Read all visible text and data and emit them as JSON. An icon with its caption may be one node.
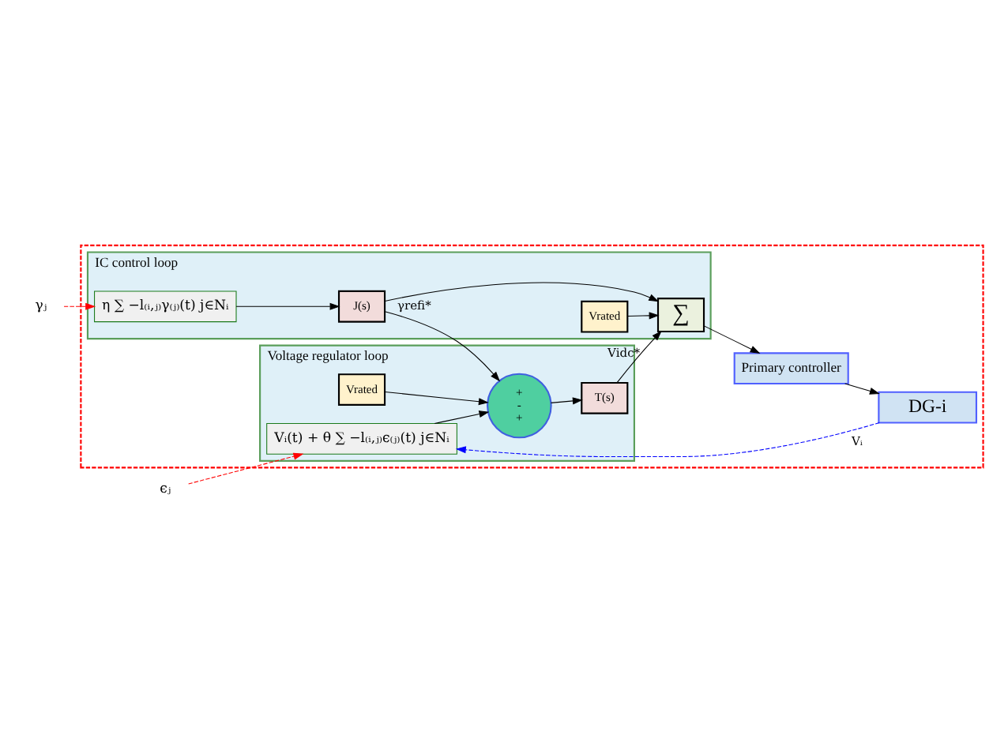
{
  "diagram": {
    "nodes": [
      {
        "text": [],
        "shape": "box"
      },
      {
        "text": [
          "Voltage regulator loop"
        ],
        "in": 0
      },
      {
        "text": [
          "Vᵢ(t) + θ ∑ −l₍ᵢ,ⱼ₎ϵ₍ⱼ₎(t) j∈Nᵢ"
        ],
        "in": 1
      },
      {
        "text": [
          "Vrated"
        ],
        "in": 1
      },
      {
        "text": [
          "+",
          "-",
          "+"
        ],
        "in": 1
      },
      {
        "text": [
          "T(s)"
        ],
        "in": 1
      },
      {
        "text": [
          "IC control loop"
        ],
        "in": 0
      },
      {
        "text": [
          "η ∑ −l₍ᵢ,ⱼ₎γ₍ⱼ₎(t) j∈Nᵢ"
        ],
        "in": 6
      },
      {
        "text": [
          "J(s)"
        ],
        "in": 6
      },
      {
        "text": [
          "Vrated"
        ],
        "in": 6
      },
      {
        "text": [
          "∑"
        ],
        "in": 6
      },
      {
        "text": [
          "Primary controller"
        ],
        "in": 0
      },
      {
        "text": [
          "DG-i"
        ],
        "in": 0
      },
      {
        "text": [
          "ϵⱼ"
        ]
      },
      {
        "text": [
          "γⱼ"
        ]
      }
    ],
    "edges": [
      {
        "from": 13,
        "to": 2,
        "arrow": "to",
        "style": "dashed",
        "color": "#ff0000"
      },
      {
        "from": 12,
        "to": 2,
        "arrow": "to",
        "style": "dashed",
        "color": "#0000ff",
        "label": "Vᵢ"
      },
      {
        "from": 2,
        "to": 4,
        "arrow": "to"
      },
      {
        "from": 3,
        "to": 4,
        "arrow": "to"
      },
      {
        "from": 4,
        "to": 5,
        "arrow": "to"
      },
      {
        "from": 5,
        "to": 10,
        "arrow": "to",
        "label": "Vidc*"
      },
      {
        "from": 14,
        "to": 7,
        "arrow": "to",
        "style": "dashed",
        "color": "#ff0000"
      },
      {
        "from": 7,
        "to": 8,
        "arrow": "to"
      },
      {
        "from": 8,
        "to": 4,
        "arrow": "to",
        "label": "γrefi*"
      },
      {
        "from": 8,
        "to": 10,
        "arrow": "to"
      },
      {
        "from": 9,
        "to": 10,
        "arrow": "to"
      },
      {
        "from": 10,
        "to": 11,
        "arrow": "to"
      },
      {
        "from": 11,
        "to": 12,
        "arrow": "to"
      }
    ]
  }
}
